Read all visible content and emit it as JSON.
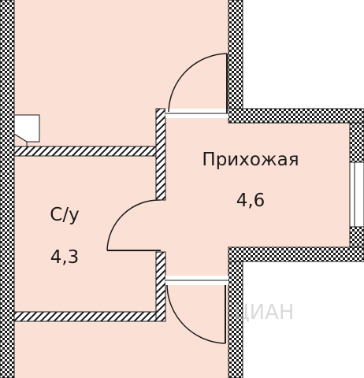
{
  "rooms": {
    "hallway": {
      "name": "Прихожая",
      "area": "4,6"
    },
    "bathroom": {
      "name": "С/у",
      "area": "4,3"
    }
  },
  "watermark": "ЦИАН",
  "colors": {
    "room_fill": "#fbe0d6",
    "wall": "#1c1c1c",
    "background": "#ffffff",
    "door_line": "#1c1c1c"
  }
}
